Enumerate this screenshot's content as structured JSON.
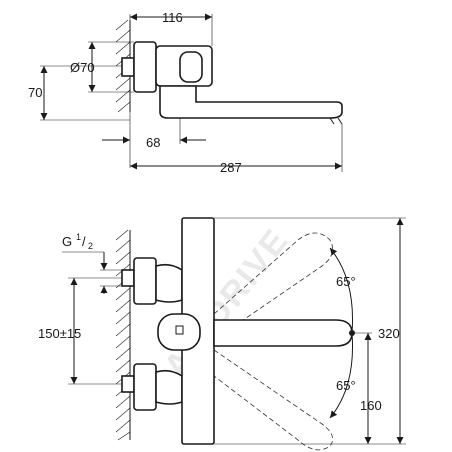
{
  "watermark": "SANIDRIVE",
  "top_view": {
    "dim_width": "116",
    "dim_diameter": "Ø70",
    "dim_height": "70",
    "dim_projection_min": "68",
    "dim_projection_max": "287"
  },
  "front_view": {
    "thread_label": "G",
    "thread_num": "1",
    "thread_den": "2",
    "dim_centers": "150±15",
    "dim_total_height": "320",
    "dim_spout_height": "160",
    "angle_upper": "65°",
    "angle_lower": "65°"
  }
}
